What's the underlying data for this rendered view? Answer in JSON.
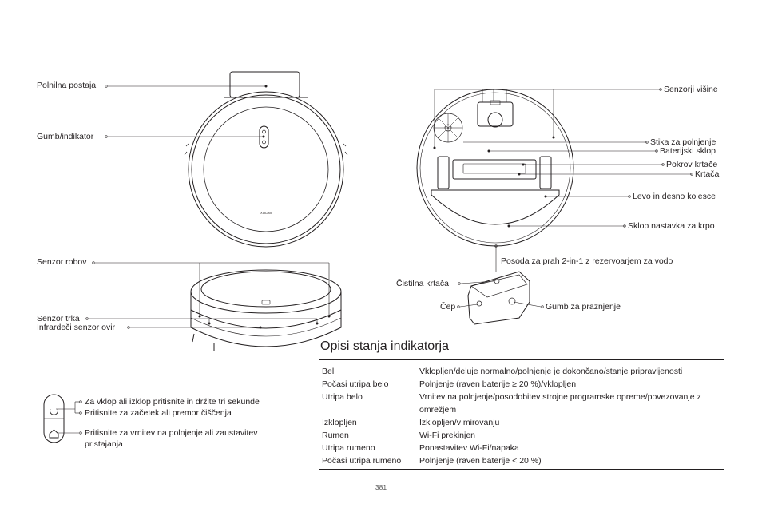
{
  "labels": {
    "charging_station": "Polnilna postaja",
    "button_indicator": "Gumb/indikator",
    "robot_sensor": "Senzor robov",
    "collision_sensor": "Senzor trka",
    "ir_sensor": "Infrardeči senzor ovir",
    "cliff_sensors": "Senzorji višine",
    "charging_contacts": "Stika za polnjenje",
    "battery_unit": "Baterijski sklop",
    "brush_cover": "Pokrov krtače",
    "main_brush": "Krtača",
    "wheels": "Levo in desno kolesce",
    "mop_assembly": "Sklop nastavka za krpo",
    "dust_bin": "Posoda za prah 2-in-1 z rezervoarjem za vodo",
    "cleaning_brush": "Čistilna krtača",
    "plug": "Čep",
    "empty_button": "Gumb za praznjenje"
  },
  "brand_mark": "XIAOMI",
  "buttons_legend": {
    "power_line1": "Za vklop ali izklop pritisnite in držite tri sekunde",
    "power_line2": "Pritisnite za začetek ali premor čiščenja",
    "home_line1": "Pritisnite za vrnitev na polnjenje ali zaustavitev",
    "home_line2": "pristajanja"
  },
  "indicator_section": {
    "title": "Opisi stanja indikatorja",
    "rows": [
      {
        "state": "Bel",
        "desc": "Vklopljen/deluje normalno/polnjenje je dokončano/stanje pripravljenosti"
      },
      {
        "state": "Počasi utripa belo",
        "desc": "Polnjenje (raven baterije ≥ 20 %)/vklopljen"
      },
      {
        "state": "Utripa belo",
        "desc": "Vrnitev na polnjenje/posodobitev strojne programske opreme/povezovanje z omrežjem"
      },
      {
        "state": "Izklopljen",
        "desc": "Izklopljen/v mirovanju"
      },
      {
        "state": "Rumen",
        "desc": "Wi-Fi prekinjen"
      },
      {
        "state": "Utripa rumeno",
        "desc": "Ponastavitev Wi-Fi/napaka"
      },
      {
        "state": "Počasi utripa rumeno",
        "desc": "Polnjenje (raven baterije < 20 %)"
      }
    ]
  },
  "page_number": "381"
}
